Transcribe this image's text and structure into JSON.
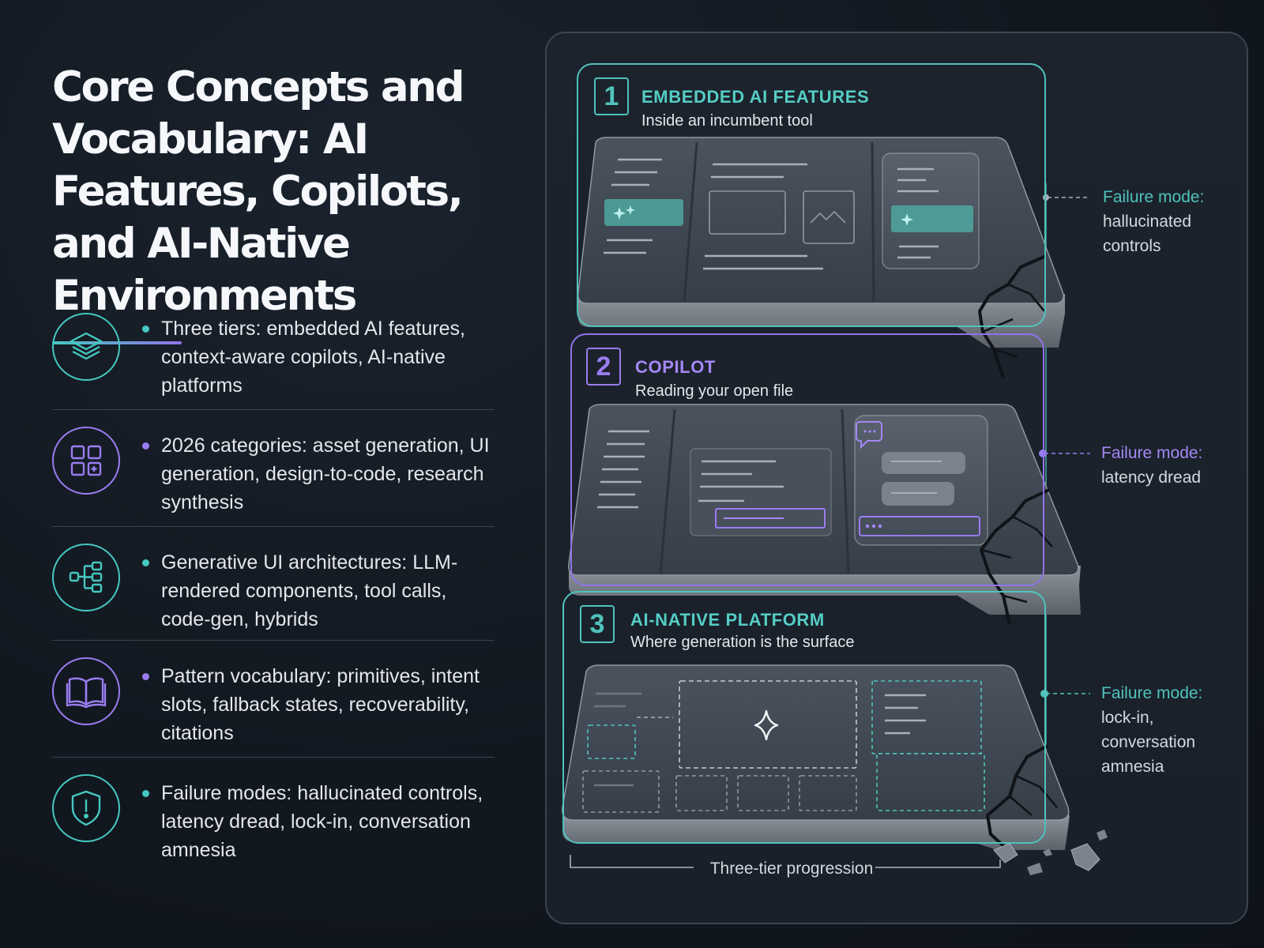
{
  "title": "Core Concepts and Vocabulary: AI Features, Copilots, and AI-Native Environments",
  "colors": {
    "teal": "#4fc3bc",
    "purple": "#9a7cf0",
    "background": "#121820",
    "panel": "#1c232c"
  },
  "items": [
    {
      "icon": "layers-icon",
      "accent": "teal",
      "text": "Three tiers: embedded AI features, context-aware copilots, AI-native platforms"
    },
    {
      "icon": "grid-icon",
      "accent": "purple",
      "text": "2026 categories: asset generation, UI generation, design-to-code, research synthesis"
    },
    {
      "icon": "branching-tree-icon",
      "accent": "teal",
      "text": "Generative UI architectures: LLM-rendered components, tool calls, code-gen, hybrids"
    },
    {
      "icon": "open-book-icon",
      "accent": "purple",
      "text": "Pattern vocabulary: primitives, intent slots, fallback states, recoverability, citations"
    },
    {
      "icon": "shield-alert-icon",
      "accent": "teal",
      "text": "Failure modes: hallucinated controls, latency dread, lock-in, conversation amnesia"
    }
  ],
  "tiers": [
    {
      "number": "1",
      "title": "EMBEDDED AI FEATURES",
      "subtitle": "Inside an incumbent tool",
      "accent": "teal",
      "icon": "sparkle-icon",
      "failure": {
        "label": "Failure mode:",
        "lines": [
          "hallucinated",
          "controls"
        ]
      }
    },
    {
      "number": "2",
      "title": "COPILOT",
      "subtitle": "Reading your open file",
      "accent": "purple",
      "icon": "chat-bubble-icon",
      "failure": {
        "label": "Failure mode:",
        "lines": [
          "latency dread"
        ]
      }
    },
    {
      "number": "3",
      "title": "AI-NATIVE PLATFORM",
      "subtitle": "Where generation is the surface",
      "accent": "teal",
      "icon": "sparkle-icon",
      "failure": {
        "label": "Failure mode:",
        "lines": [
          "lock-in,",
          "conversation",
          "amnesia"
        ]
      }
    }
  ],
  "progression_label": "Three-tier progression"
}
